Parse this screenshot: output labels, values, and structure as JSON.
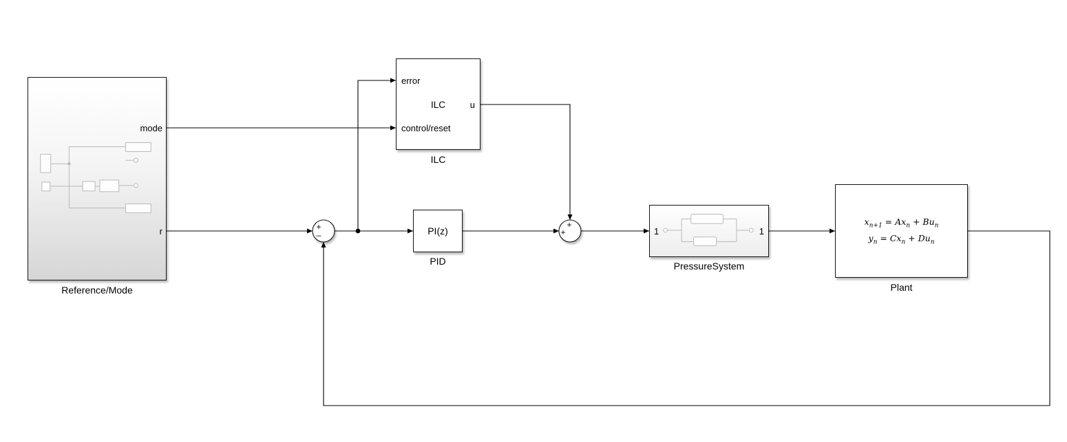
{
  "diagram": {
    "colors": {
      "background": "#ffffff",
      "line": "#000000",
      "block_border": "#141414",
      "thumbnail_stroke": "#b9b9b9",
      "subsystem_gradient_bottom": "#d6d6d6"
    },
    "blocks": {
      "reference_mode": {
        "name": "Reference/Mode",
        "ports": {
          "mode": "mode",
          "r": "r"
        }
      },
      "ilc": {
        "name": "ILC",
        "title": "ILC",
        "ports": {
          "error": "error",
          "control_reset": "control/reset",
          "u": "u"
        }
      },
      "pid": {
        "name": "PID",
        "title": "PI(z)"
      },
      "pressure_system": {
        "name": "PressureSystem",
        "ports": {
          "in": "1",
          "out": "1"
        }
      },
      "plant": {
        "name": "Plant",
        "eq1": {
          "t1": "x",
          "s1": "n+1",
          "t2": " = Ax",
          "s2": "n",
          "t3": " + Bu",
          "s3": "n"
        },
        "eq2": {
          "t1": "y",
          "s1": "n",
          "t2": " = Cx",
          "s2": "n",
          "t3": " + Du",
          "s3": "n"
        }
      }
    },
    "sum_pid": {
      "plus": "+",
      "minus": "_"
    },
    "sum_ilc": {
      "plus_top": "+",
      "plus_left": "+"
    }
  }
}
